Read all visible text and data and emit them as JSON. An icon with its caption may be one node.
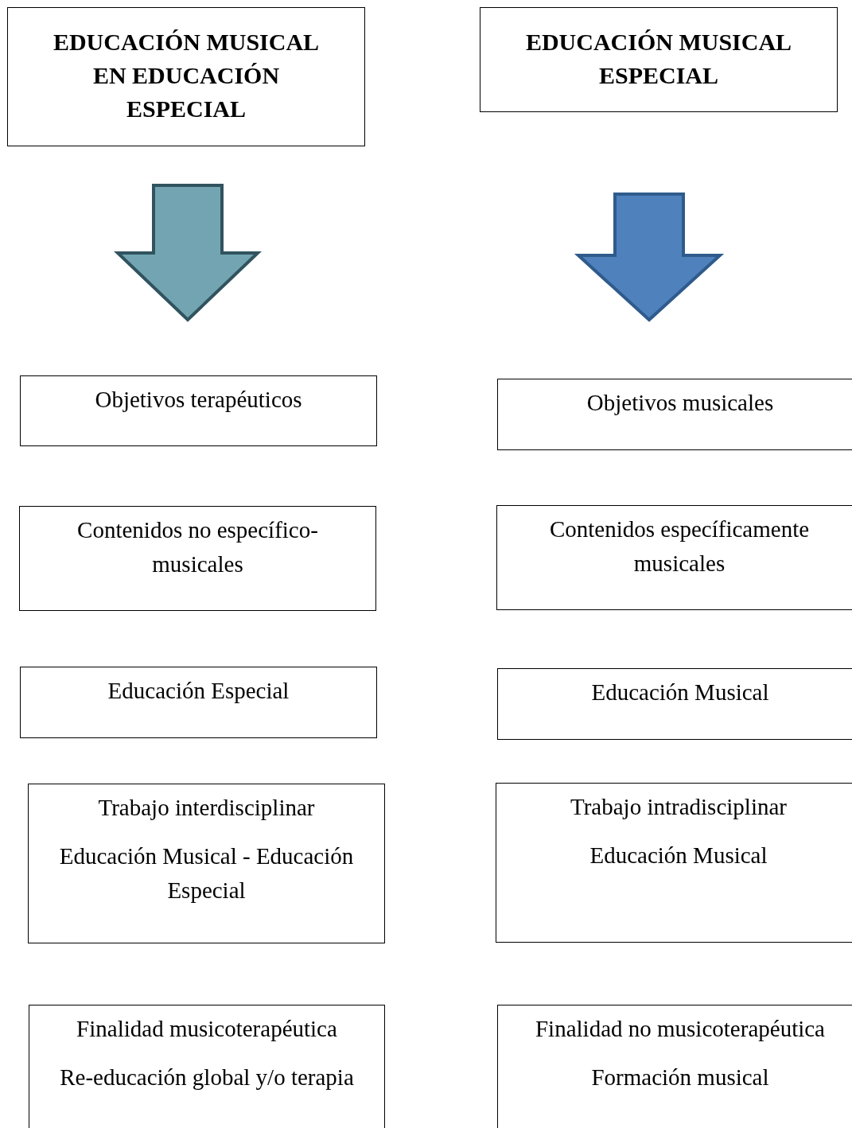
{
  "diagram": {
    "nodes": [
      {
        "text": [
          "EDUCACIÓN MUSICAL EN EDUCACIÓN ESPECIAL"
        ]
      },
      {
        "text": [
          "EDUCACIÓN MUSICAL ESPECIAL"
        ]
      },
      {
        "text": [
          "Objetivos terapéuticos"
        ]
      },
      {
        "text": [
          "Objetivos musicales"
        ]
      },
      {
        "text": [
          "Contenidos no específico-musicales"
        ]
      },
      {
        "text": [
          "Contenidos específicamente musicales"
        ]
      },
      {
        "text": [
          "Educación Especial"
        ]
      },
      {
        "text": [
          "Educación Musical"
        ]
      },
      {
        "text": [
          "Trabajo interdisciplinar",
          "Educación Musical - Educación Especial"
        ]
      },
      {
        "text": [
          "Trabajo intradisciplinar",
          "Educación Musical"
        ]
      },
      {
        "text": [
          "Finalidad musicoterapéutica",
          "Re-educación global y/o terapia"
        ]
      },
      {
        "text": [
          "Finalidad no musicoterapéutica",
          "Formación musical"
        ]
      }
    ],
    "edges": [
      {
        "from": 0,
        "to": 2,
        "arrow": "to",
        "style": "thick",
        "color": "#72a5b1"
      },
      {
        "from": 1,
        "to": 3,
        "arrow": "to",
        "style": "thick",
        "color": "#4f81bd"
      }
    ]
  }
}
